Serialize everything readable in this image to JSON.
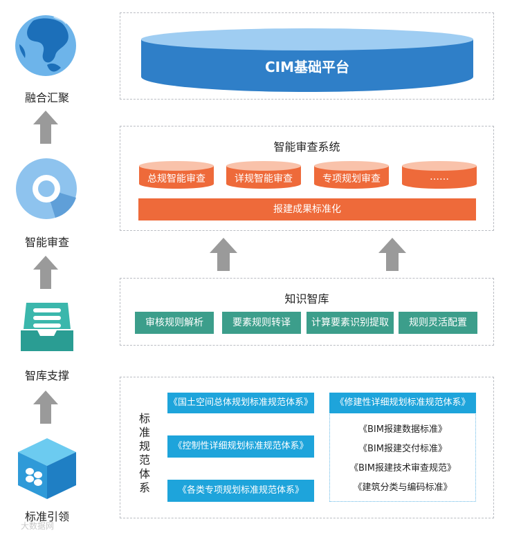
{
  "left_column": {
    "labels": [
      "融合汇聚",
      "智能审查",
      "智库支撑",
      "标准引领"
    ],
    "icons": [
      "globe-icon",
      "disc-icon",
      "inbox-tray-icon",
      "cube-icon"
    ]
  },
  "platform": {
    "title": "CIM基础平台"
  },
  "review_system": {
    "title": "智能审查系统",
    "modules": [
      "总规智能审查",
      "详规智能审查",
      "专项规划审查",
      "……"
    ],
    "bar": "报建成果标准化"
  },
  "knowledge": {
    "title": "知识智库",
    "items": [
      "审核规则解析",
      "要素规则转译",
      "计算要素识别提取",
      "规则灵活配置"
    ]
  },
  "standards": {
    "title": "标准规范体系",
    "left_items": [
      "《国土空间总体规划标准规范体系》",
      "《控制性详细规划标准规范体系》",
      "《各类专项规划标准规范体系》"
    ],
    "right_header": "《修建性详细规划标准规范体系》",
    "right_items": [
      "《BIM报建数据标准》",
      "《BIM报建交付标准》",
      "《BIM报建技术审查规范》",
      "《建筑分类与编码标准》"
    ]
  },
  "watermark": "大数据网",
  "colors": {
    "platform_blue": "#2f7fc8",
    "orange": "#ee6a3a",
    "teal": "#3c9e8b",
    "light_blue": "#1ea4db",
    "arrow_gray": "#9a9a9a"
  }
}
